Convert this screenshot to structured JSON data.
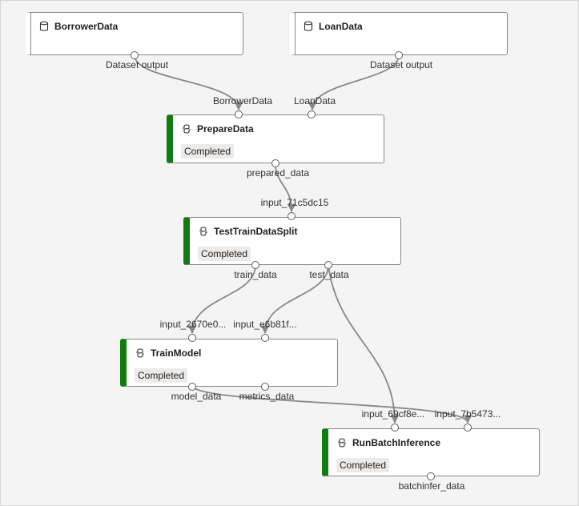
{
  "nodes": {
    "borrower": {
      "title": "BorrowerData",
      "output_label": "Dataset output",
      "icon": "database-icon"
    },
    "loan": {
      "title": "LoanData",
      "output_label": "Dataset output",
      "icon": "database-icon"
    },
    "prepare": {
      "title": "PrepareData",
      "status": "Completed",
      "icon": "python-icon",
      "inputs": [
        "BorrowerData",
        "LoanData"
      ],
      "outputs": [
        "prepared_data"
      ]
    },
    "split": {
      "title": "TestTrainDataSplit",
      "status": "Completed",
      "icon": "python-icon",
      "inputs": [
        "input_71c5dc15"
      ],
      "outputs": [
        "train_data",
        "test_data"
      ]
    },
    "train": {
      "title": "TrainModel",
      "status": "Completed",
      "icon": "python-icon",
      "inputs": [
        "input_2670e0...",
        "input_e6b81f..."
      ],
      "outputs": [
        "model_data",
        "metrics_data"
      ]
    },
    "infer": {
      "title": "RunBatchInference",
      "status": "Completed",
      "icon": "python-icon",
      "inputs": [
        "input_69cf8e...",
        "input_7b5473..."
      ],
      "outputs": [
        "batchinfer_data"
      ]
    }
  },
  "colors": {
    "edge": "#8a8886",
    "completed_bar": "#107c10"
  }
}
